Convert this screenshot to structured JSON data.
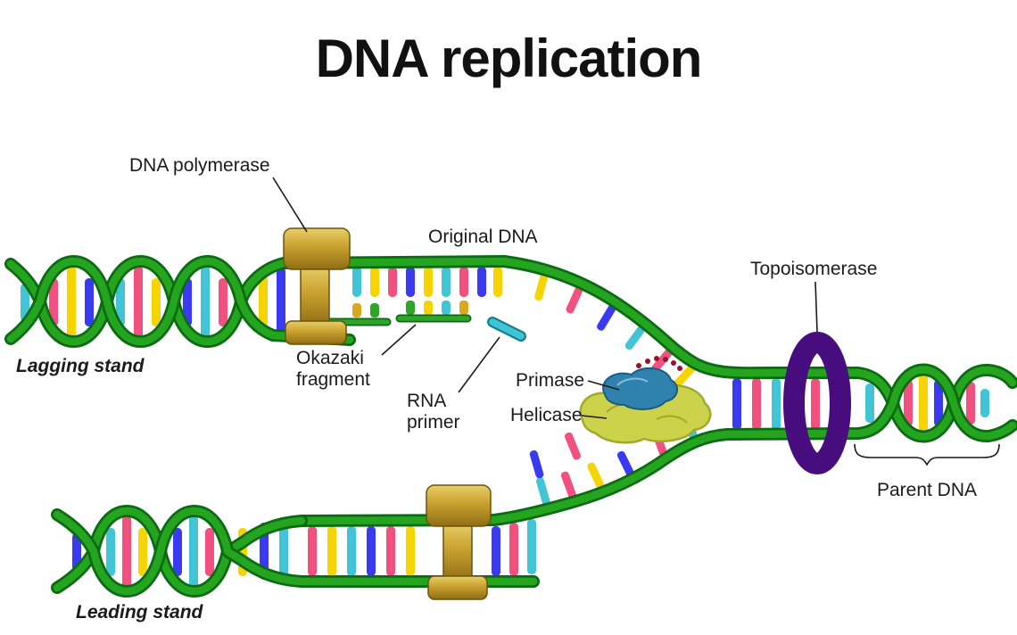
{
  "title": "DNA replication",
  "labels": {
    "dna_polymerase": "DNA polymerase",
    "original_dna": "Original DNA",
    "topoisomerase": "Topoisomerase",
    "lagging_strand": "Lagging stand",
    "okazaki_line1": "Okazaki",
    "okazaki_line2": "fragment",
    "rna_primer_line1": "RNA",
    "rna_primer_line2": "primer",
    "primase": "Primase",
    "helicase": "Helicase",
    "parent_dna": "Parent DNA",
    "leading_strand": "Leading stand"
  },
  "colors": {
    "strand_green": "#25a51f",
    "strand_green_dark": "#0a6b12",
    "base_pink": "#f0517f",
    "base_yellow": "#f5d402",
    "base_blue": "#3a3af0",
    "base_cyan": "#40c4d6",
    "base_gold": "#d9a821",
    "polymerase_gold": "#c8a12f",
    "topoisomerase_purple": "#470c7e",
    "primase_blue": "#2f81ae",
    "helicase_yellow_green": "#cdd24b",
    "dots_red": "#9b1030",
    "text_black": "#1b1b1b"
  }
}
